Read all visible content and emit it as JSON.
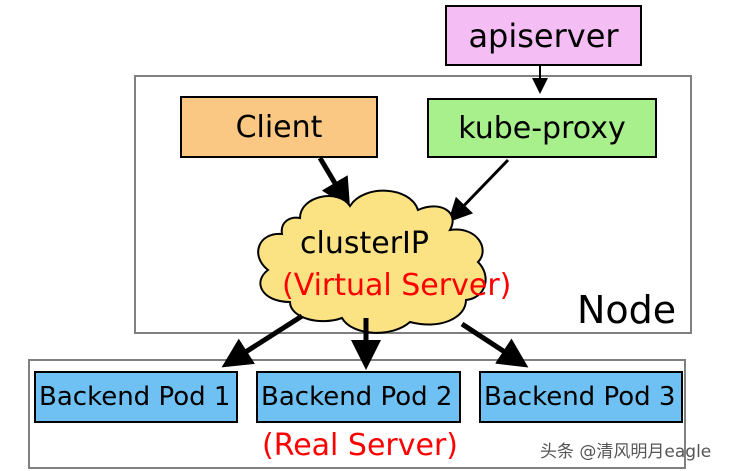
{
  "diagram": {
    "apiserver": {
      "label": "apiserver",
      "color": "#F4BEF4"
    },
    "node": {
      "label": "Node"
    },
    "client": {
      "label": "Client",
      "color": "#FAC882"
    },
    "kube_proxy": {
      "label": "kube-proxy",
      "color": "#A8F08C"
    },
    "cluster_ip": {
      "label": "clusterIP",
      "sublabel": "(Virtual Server)",
      "color": "#FBE384",
      "sublabel_color": "#FF0000"
    },
    "pods": [
      {
        "label": "Backend Pod 1"
      },
      {
        "label": "Backend Pod 2"
      },
      {
        "label": "Backend Pod 3"
      }
    ],
    "pod_color": "#6EC1F2",
    "real_server": {
      "label": "(Real Server)",
      "color": "#FF0000"
    },
    "edges": [
      {
        "from": "apiserver",
        "to": "kube-proxy"
      },
      {
        "from": "client",
        "to": "clusterIP"
      },
      {
        "from": "kube-proxy",
        "to": "clusterIP"
      },
      {
        "from": "clusterIP",
        "to": "Backend Pod 1"
      },
      {
        "from": "clusterIP",
        "to": "Backend Pod 2"
      },
      {
        "from": "clusterIP",
        "to": "Backend Pod 3"
      }
    ]
  },
  "watermark": "头条 @清风明月eagle"
}
